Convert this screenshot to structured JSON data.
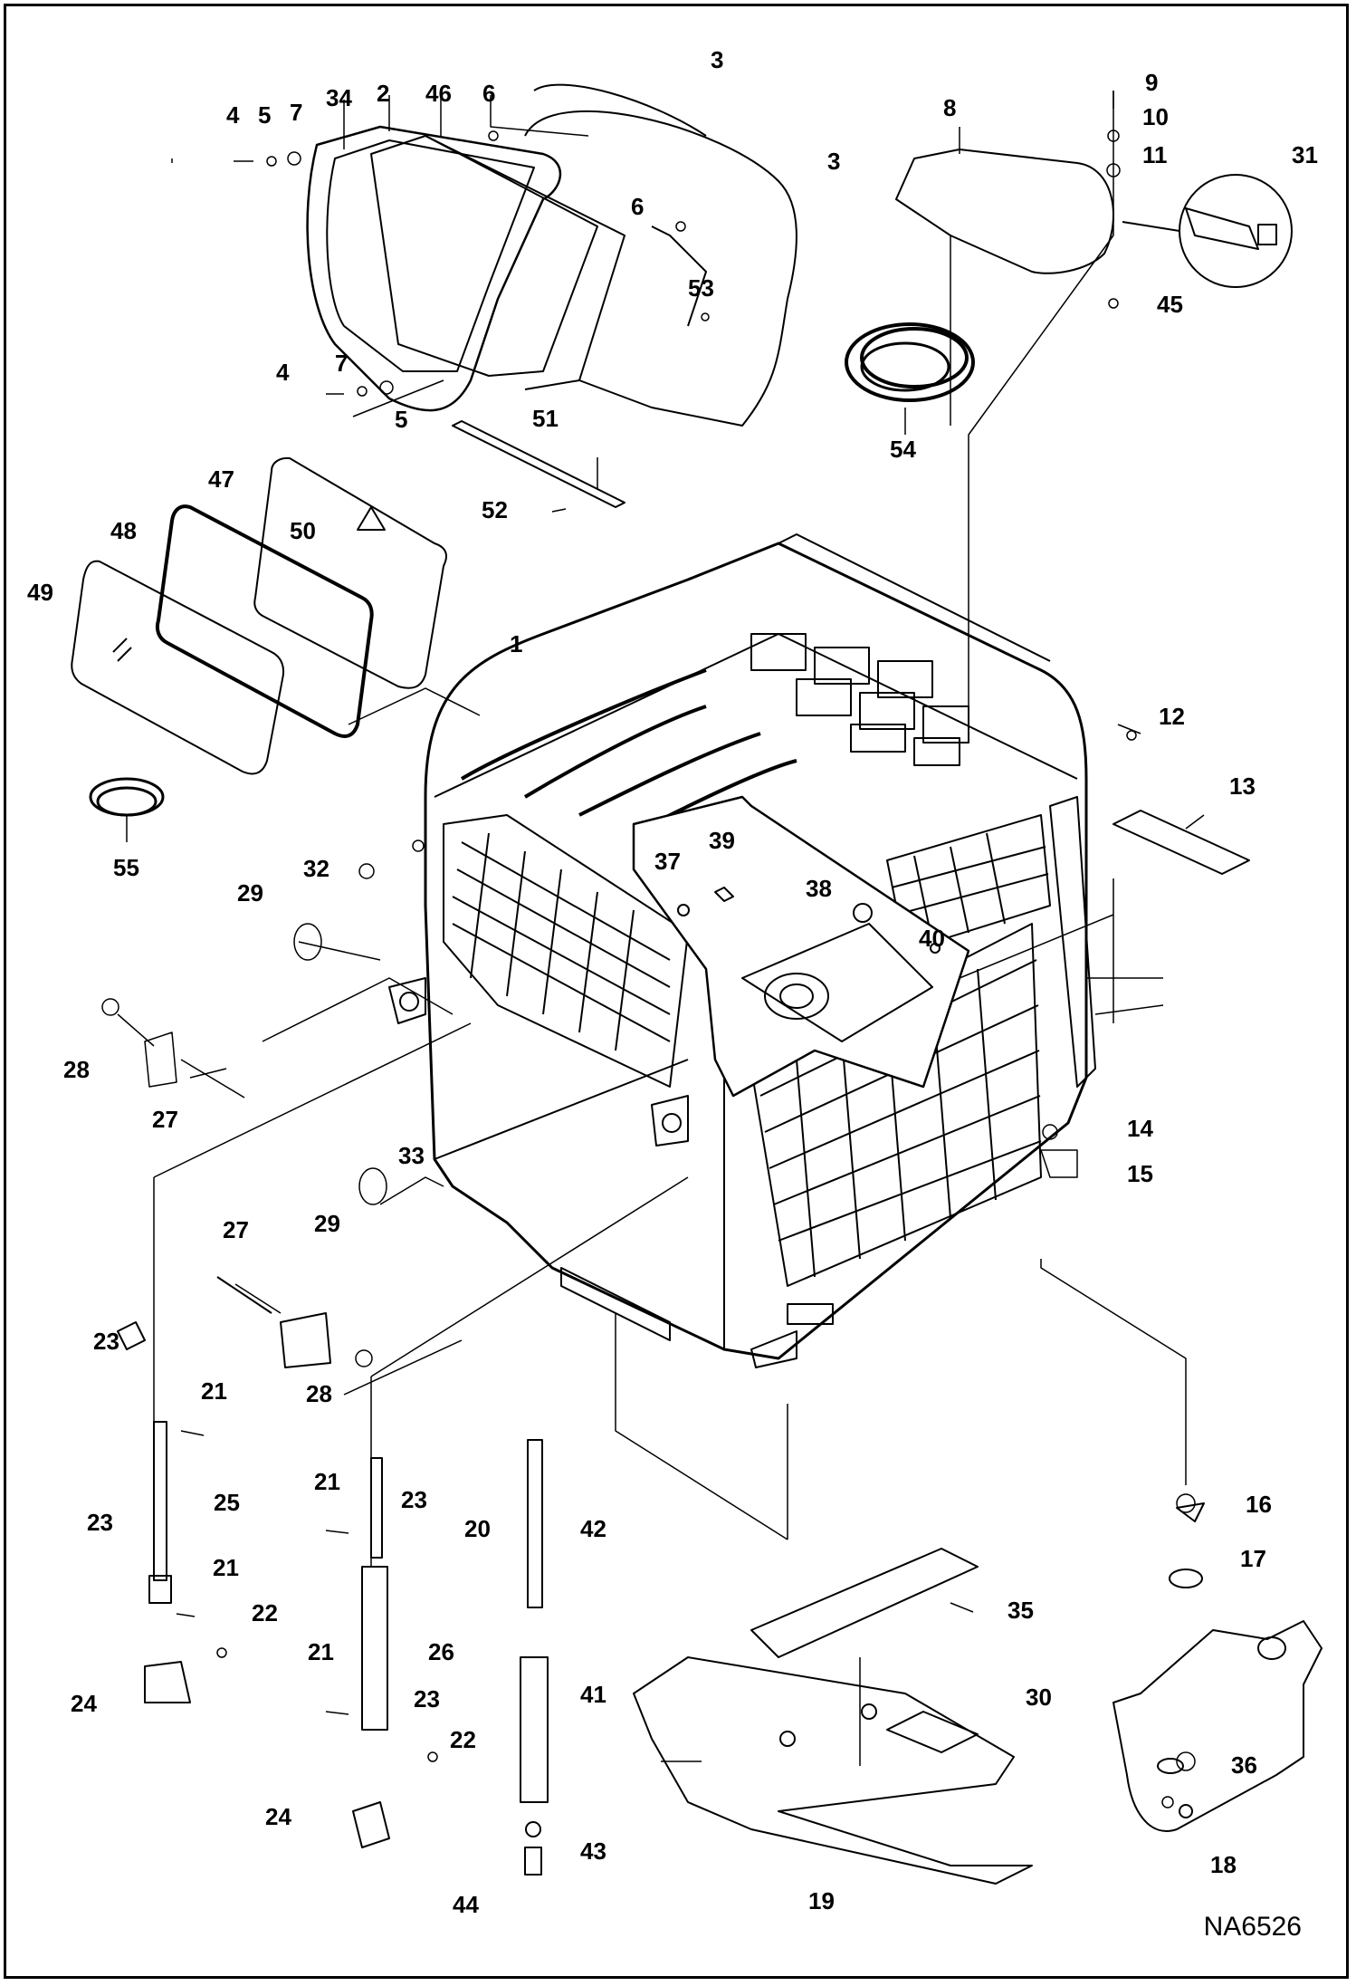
{
  "drawing_code": "NA6526",
  "part_callouts": [
    "1",
    "2",
    "3",
    "3",
    "4",
    "4",
    "5",
    "5",
    "6",
    "6",
    "7",
    "7",
    "8",
    "9",
    "10",
    "11",
    "12",
    "13",
    "14",
    "15",
    "16",
    "17",
    "18",
    "19",
    "20",
    "21",
    "21",
    "21",
    "21",
    "22",
    "22",
    "23",
    "23",
    "23",
    "23",
    "24",
    "24",
    "25",
    "26",
    "27",
    "27",
    "28",
    "28",
    "29",
    "29",
    "30",
    "31",
    "32",
    "33",
    "34",
    "35",
    "36",
    "37",
    "38",
    "39",
    "40",
    "41",
    "42",
    "43",
    "44",
    "45",
    "46",
    "47",
    "48",
    "49",
    "50",
    "51",
    "52",
    "53",
    "54",
    "55"
  ]
}
